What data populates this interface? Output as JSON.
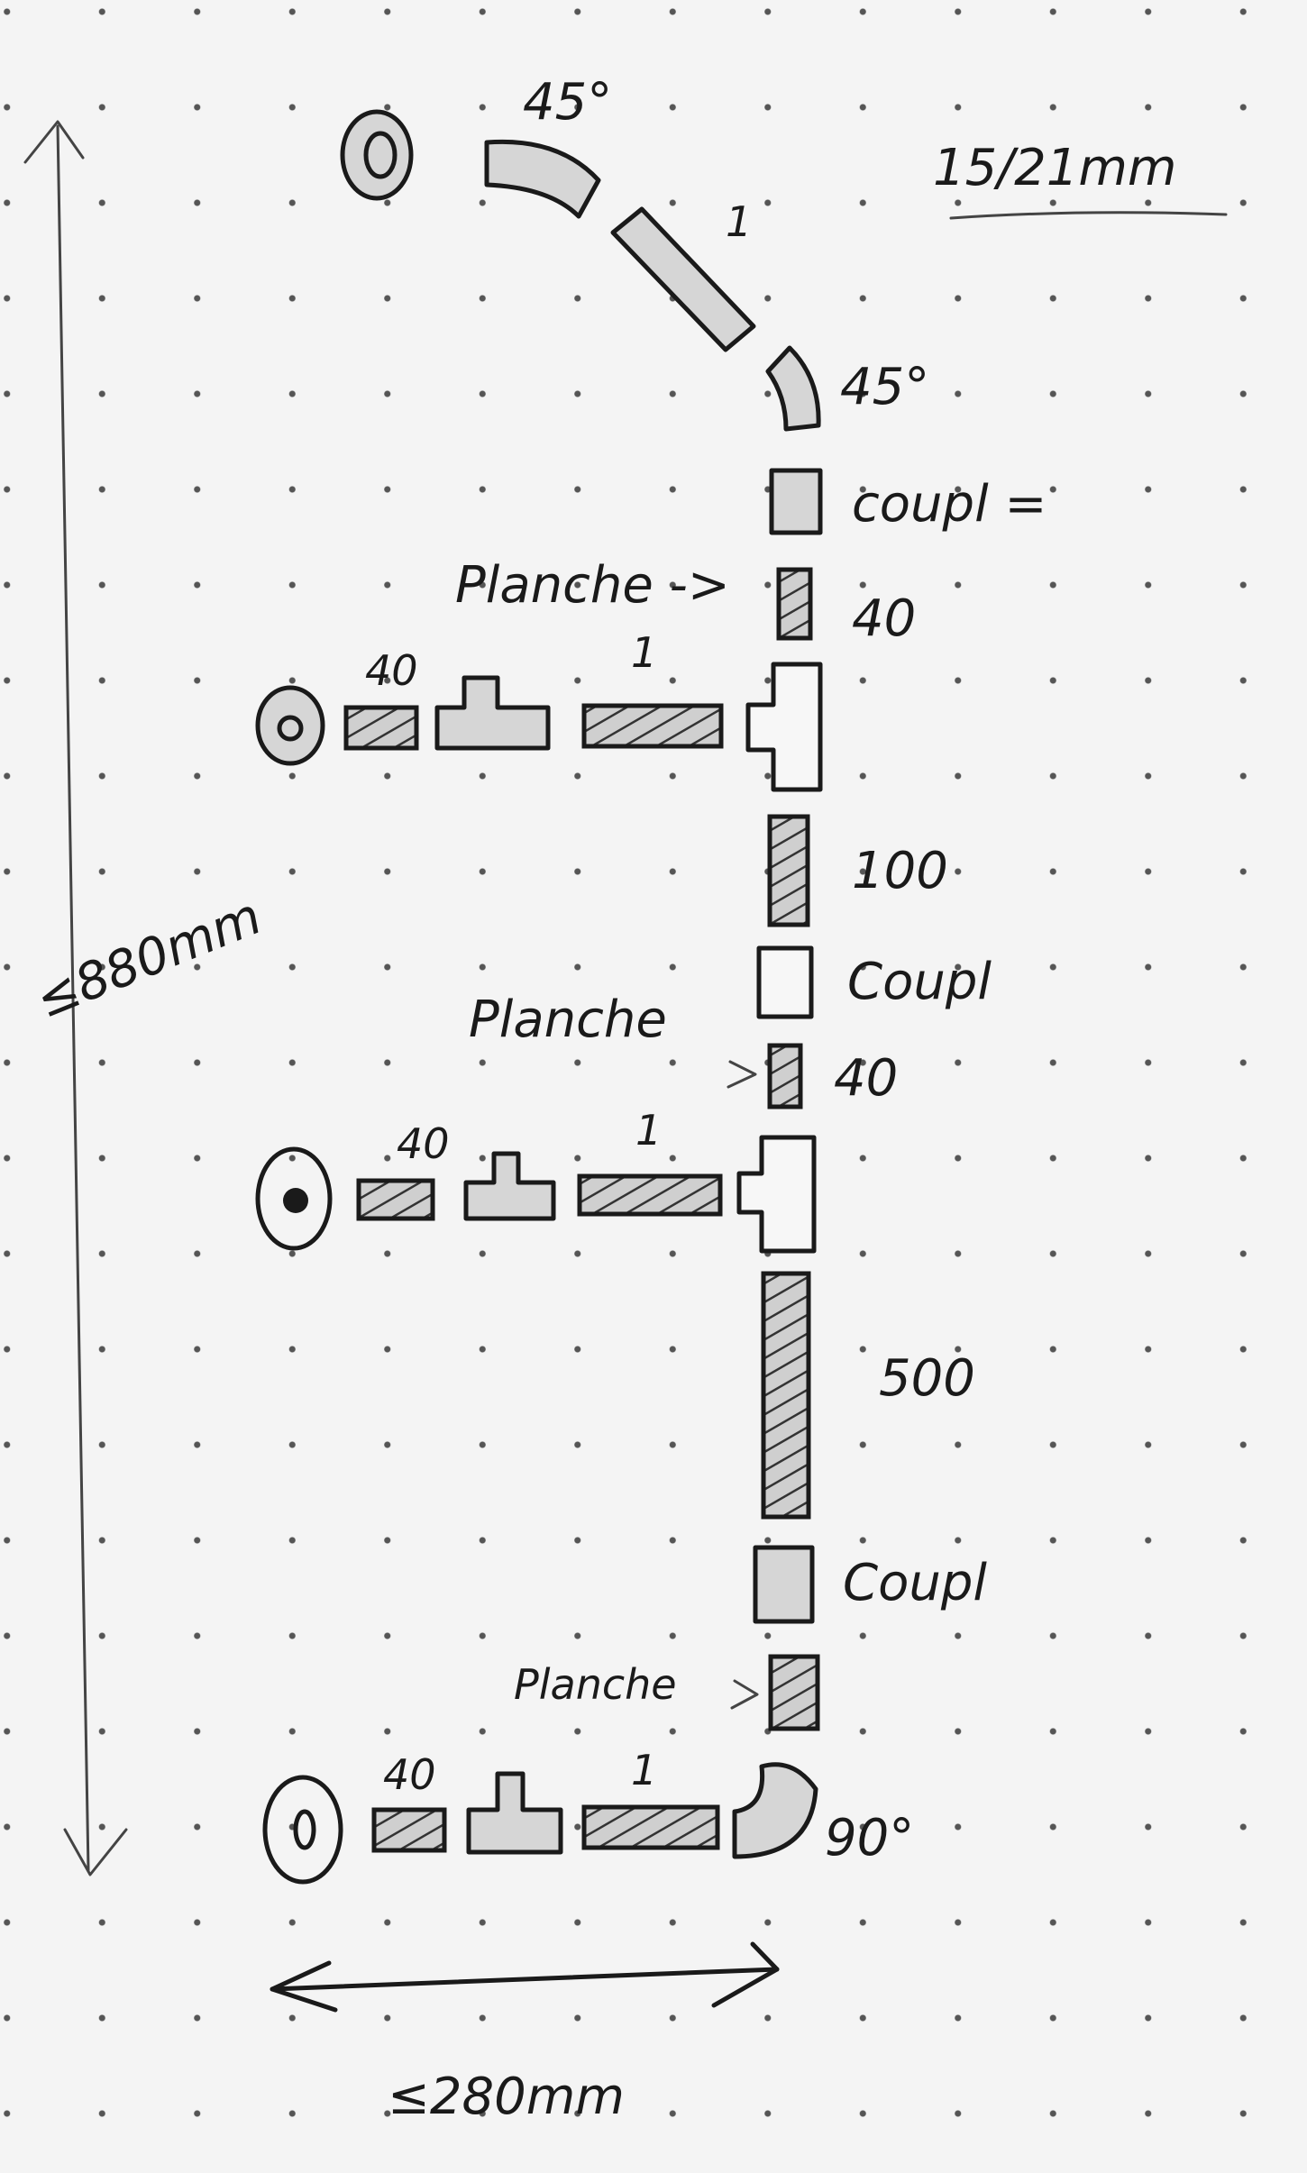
{
  "title": "15/21mm",
  "dimensions": {
    "height": "≤880mm",
    "width": "≤280mm"
  },
  "top_run": {
    "elbow_top_label": "45°",
    "pipe_label": "1",
    "elbow_bottom_label": "45°"
  },
  "vertical_labels": {
    "coupler_1": "coupl =",
    "planche_1": "Planche ->",
    "spacer_1": "40",
    "pipe_100": "100",
    "coupler_2": "Coupl",
    "planche_2": "Planche",
    "spacer_2": "40",
    "pipe_500": "500",
    "coupler_3": "Coupl",
    "planche_3": "Planche"
  },
  "branches": [
    {
      "spacer_label": "40",
      "pipe_label": "1"
    },
    {
      "spacer_label": "40",
      "pipe_label": "1"
    },
    {
      "spacer_label": "40",
      "pipe_label": "1",
      "elbow_label": "90°"
    }
  ]
}
